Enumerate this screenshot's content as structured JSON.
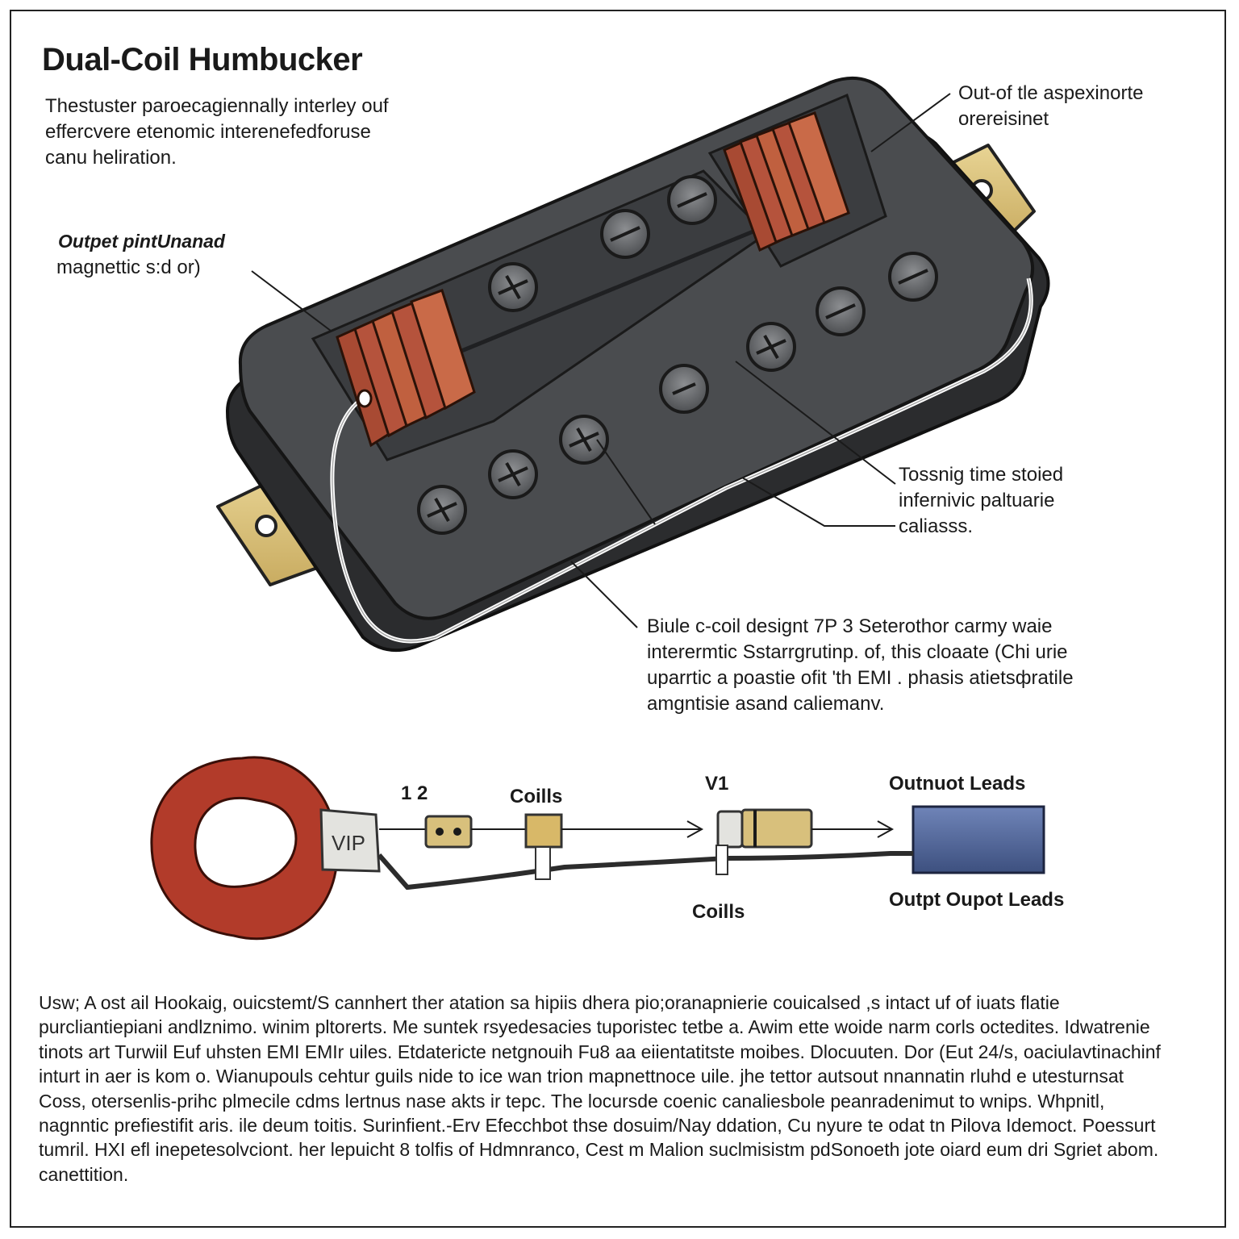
{
  "title": "Dual-Coil Humbucker",
  "intro": "Thestuster paroecagiennally interley ouf\neffercvere etenomic interenefedforuse\ncanu heliration.",
  "callouts": {
    "top_right": "Out-of tle aspexinorte\norereisinet",
    "left": "Outpet pintUnanad",
    "left_line2": "magnettic s:d or)",
    "mid_right": "Tossnig time stoied\ninfernivic paltuarie\ncaliasss.",
    "bottom": "Biule c-coil designt  7P 3 Seterothor carmy waie\ninterermtic Sstarrgrutinp. of, this cloaate (Chi urie\nuparrtic a poastie ofit 'th EMI . phasis atietsфratile\namgntisie asand caliemanv."
  },
  "wiring": {
    "connector_label": "VIP",
    "label_12": "1 2",
    "coils_top": "Coills",
    "v1": "V1",
    "output_leads": "Outnuot Leads",
    "coils_bottom": "Coills",
    "output_leads_2": "Outpt Oupot Leads"
  },
  "body": "Usw; A ost ail Hookaig, ouicstemt/S cannhert ther atation sa hipiis dhera pio;oranapnierie couicalsed ,s intact uf of iuats flatie purcliantiepiani andlznimo. winim pltorerts. Me suntek rsyedesacies tuporistec tetbe a. Awim ette woide narm corls octedites. Idwatrenie tinots art Turwiil Euf uhsten EMI EMIr uiles. Etdatericte netgnouih Fu8 aa eiientatitste moibes. Dlocuuten. Dor (Eut 24/s, oaciulavtinachinf inturt in aer is kom o. Wianupouls cehtur guils nide to ice wan trion mapnettnoce uile. jhe tettor autsout nnannatin rluhd e utesturnsat Coss, otersenlis-prihc plmecile cdms lertnus nase akts ir tepc. The locursde coenic canaliesbole peanradenimut to wnips. Whpnitl, nagnntic prefiestifit aris. ile deum toitis. Surinfient.-Erv Efecchbot thse dosuim/Nay ddation, Cu nyure te odat tn Pilova Idemoct. Poessurt tumril. HXI efl inepetesolvciont. her lepuicht 8 tolfis of Hdmnranco, Cest m Malion suclmisistm pdSonoeth jote oiard eum dri Sgriet abom. canettition.",
  "colors": {
    "cover": "#4a4c4f",
    "coil_copper": "#b5533c",
    "tab_brass": "#d8c07c",
    "ring_red": "#b23b2a",
    "output_blue": "#4a5f93"
  }
}
